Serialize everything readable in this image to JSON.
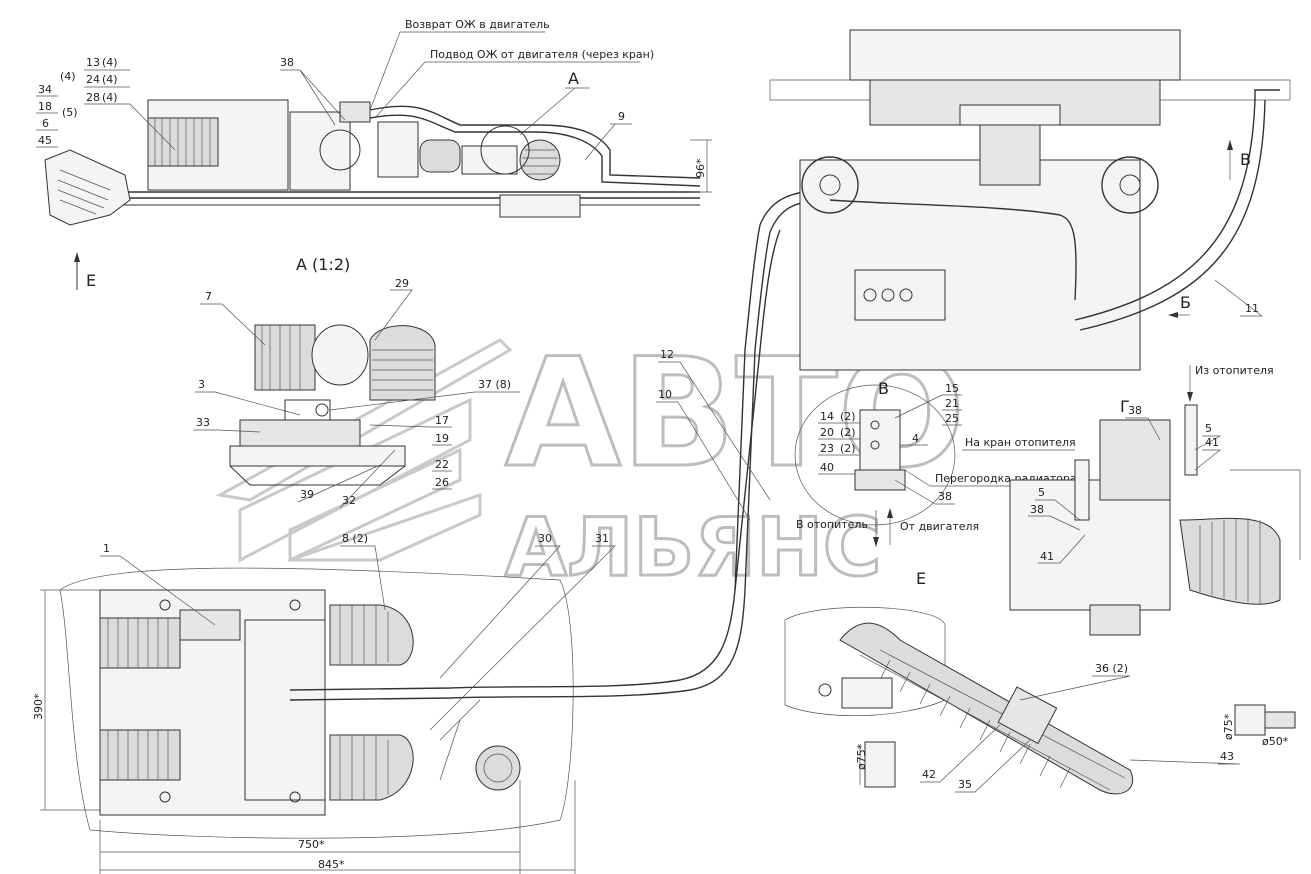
{
  "watermark": {
    "line1": "АВТО",
    "line2": "АЛЬЯНС"
  },
  "notes": {
    "coolant_return": "Возврат ОЖ в двигатель",
    "coolant_supply": "Подвод ОЖ от двигателя (через кран)",
    "from_heater": "Из отопителя",
    "to_heater_valve": "На кран отопителя",
    "radiator_partition": "Перегородка радиатора",
    "to_heater": "В отопитель",
    "from_engine": "От двигателя"
  },
  "views": {
    "A": "А",
    "A_scale": "А (1:2)",
    "B": "В",
    "B_left": "Б",
    "V": "В",
    "G": "Г",
    "E_top": "Е",
    "E_mid": "Е"
  },
  "callouts": {
    "c1": "1",
    "c3": "3",
    "c5": "5",
    "c7": "7",
    "c9": "9",
    "c10": "10",
    "c11": "11",
    "c12": "12",
    "c29": "29",
    "c30": "30",
    "c31": "31",
    "c32": "32",
    "c33": "33",
    "c35": "35",
    "c36": "36 (2)",
    "c37": "37 (8)",
    "c38": "38",
    "c39": "39",
    "c4": "4",
    "c40": "40",
    "c41": "41",
    "c42": "42",
    "c43": "43",
    "c8": "8 (2)",
    "c38b": "38",
    "c38c": "38",
    "c38d": "38",
    "c5b": "5",
    "c41b": "41"
  },
  "stack_tl": [
    {
      "num": "34",
      "qty": ""
    },
    {
      "num": "18",
      "qty": "(4)"
    },
    {
      "num": "6",
      "qty": ""
    },
    {
      "num": "45",
      "qty": "(5)"
    }
  ],
  "stack_tl2": [
    {
      "num": "13",
      "qty": "(4)"
    },
    {
      "num": "24",
      "qty": "(4)"
    },
    {
      "num": "28",
      "qty": "(4)"
    }
  ],
  "stack_mid": [
    "17",
    "19",
    "22",
    "26"
  ],
  "stack_v1": [
    {
      "num": "14",
      "qty": "(2)"
    },
    {
      "num": "20",
      "qty": "(2)"
    },
    {
      "num": "23",
      "qty": "(2)"
    }
  ],
  "stack_v2": [
    "15",
    "21",
    "25"
  ],
  "dims": {
    "d96": "96*",
    "d390": "390*",
    "d750": "750*",
    "d845": "845*",
    "d75a": "ø75*",
    "d75b": "ø75*",
    "d50": "ø50*"
  }
}
